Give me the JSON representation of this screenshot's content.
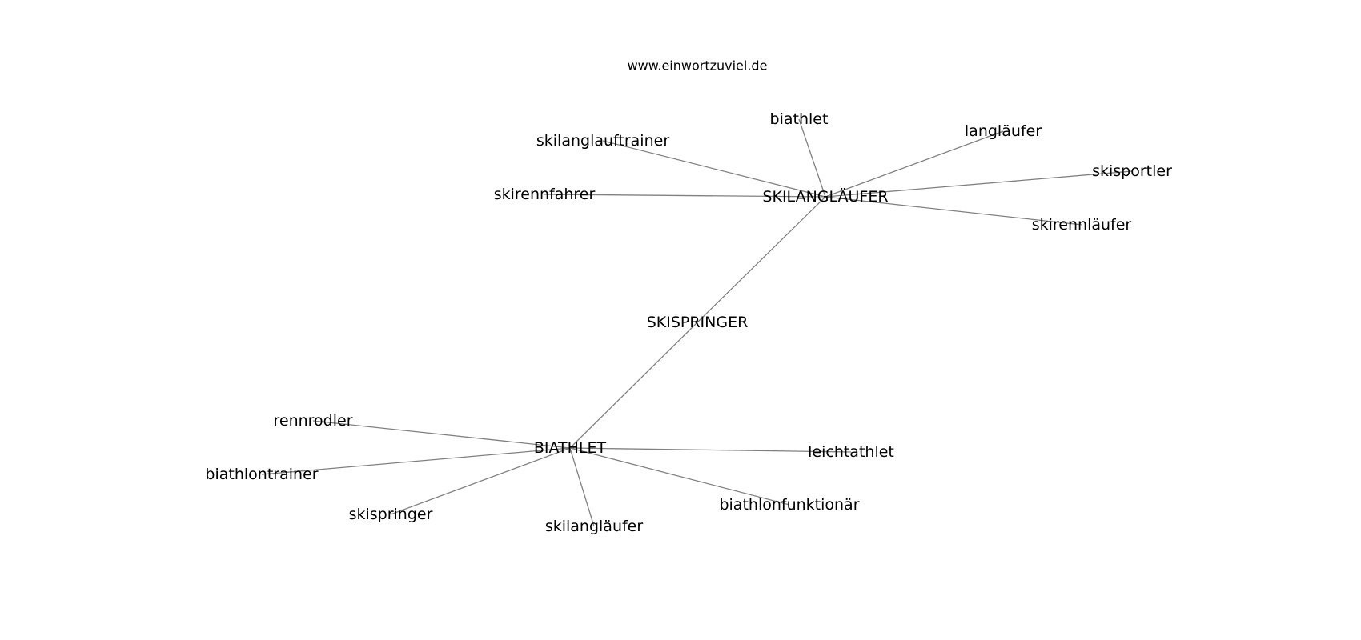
{
  "source_label": "www.einwortzuviel.de",
  "nodes": [
    {
      "id": "skispringer_hub",
      "label": "SKISPRINGER"
    },
    {
      "id": "skilanglaeufer_hub",
      "label": "SKILANGLÄUFER"
    },
    {
      "id": "biathlet_hub",
      "label": "BIATHLET"
    },
    {
      "id": "biathlet",
      "label": "biathlet"
    },
    {
      "id": "langlaeufer",
      "label": "langläufer"
    },
    {
      "id": "skilanglauftrainer",
      "label": "skilanglauftrainer"
    },
    {
      "id": "skisportler",
      "label": "skisportler"
    },
    {
      "id": "skirennfahrer",
      "label": "skirennfahrer"
    },
    {
      "id": "skirennlaeufer",
      "label": "skirennläufer"
    },
    {
      "id": "rennrodler",
      "label": "rennrodler"
    },
    {
      "id": "leichtathlet",
      "label": "leichtathlet"
    },
    {
      "id": "biathlontrainer",
      "label": "biathlontrainer"
    },
    {
      "id": "biathlonfunktionaer",
      "label": "biathlonfunktionär"
    },
    {
      "id": "skispringer",
      "label": "skispringer"
    },
    {
      "id": "skilanglaeufer",
      "label": "skilangläufer"
    }
  ],
  "edges": [
    [
      "skispringer_hub",
      "skilanglaeufer_hub"
    ],
    [
      "skispringer_hub",
      "biathlet_hub"
    ],
    [
      "skilanglaeufer_hub",
      "biathlet"
    ],
    [
      "skilanglaeufer_hub",
      "langlaeufer"
    ],
    [
      "skilanglaeufer_hub",
      "skilanglauftrainer"
    ],
    [
      "skilanglaeufer_hub",
      "skisportler"
    ],
    [
      "skilanglaeufer_hub",
      "skirennfahrer"
    ],
    [
      "skilanglaeufer_hub",
      "skirennlaeufer"
    ],
    [
      "biathlet_hub",
      "rennrodler"
    ],
    [
      "biathlet_hub",
      "leichtathlet"
    ],
    [
      "biathlet_hub",
      "biathlontrainer"
    ],
    [
      "biathlet_hub",
      "biathlonfunktionaer"
    ],
    [
      "biathlet_hub",
      "skispringer"
    ],
    [
      "biathlet_hub",
      "skilanglaeufer"
    ]
  ]
}
